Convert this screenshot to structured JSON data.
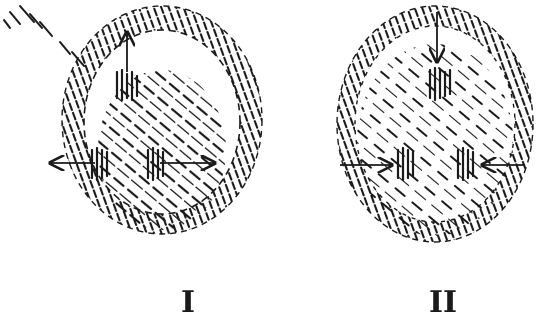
{
  "panels": [
    {
      "label": "I",
      "hatch_color": "#222222",
      "arrow_direction": "outward"
    },
    {
      "label": "II",
      "hatch_color": "#222222",
      "arrow_direction": "inward"
    }
  ],
  "colors": {
    "ink": "#1a1a1a",
    "background": "#ffffff"
  }
}
